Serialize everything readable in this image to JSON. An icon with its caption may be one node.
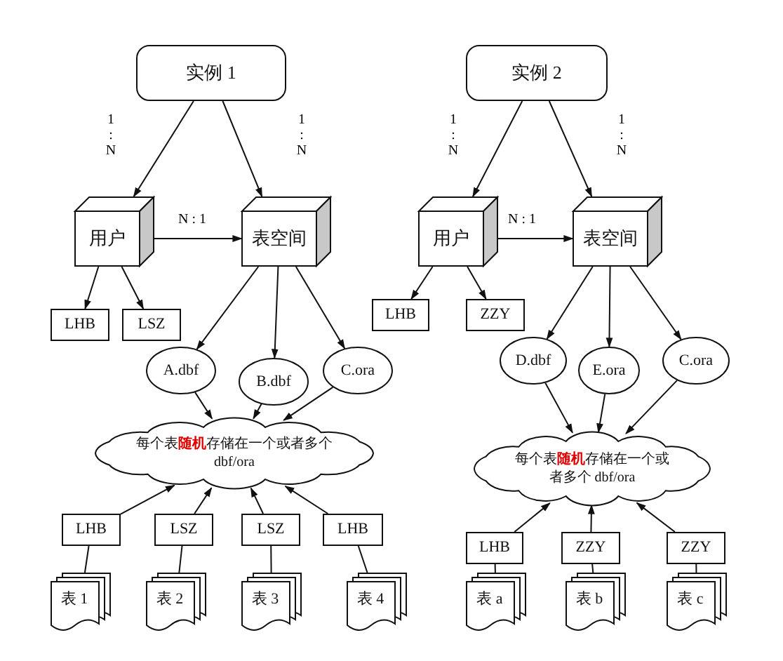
{
  "diagram": {
    "nodes": [
      {
        "text": [
          "实例 1"
        ]
      },
      {
        "text": [
          "用户"
        ]
      },
      {
        "text": [
          "表空间"
        ]
      },
      {
        "text": [
          "LHB"
        ]
      },
      {
        "text": [
          "LSZ"
        ]
      },
      {
        "text": [
          "A.dbf"
        ]
      },
      {
        "text": [
          "B.dbf"
        ]
      },
      {
        "text": [
          "C.ora"
        ]
      },
      {
        "text": [
          "每个表**随机**存储在一个或者多个 dbf/ora"
        ]
      },
      {
        "text": [
          "LHB"
        ]
      },
      {
        "text": [
          "LSZ"
        ]
      },
      {
        "text": [
          "LSZ"
        ]
      },
      {
        "text": [
          "LHB"
        ]
      },
      {
        "text": [
          "表 1"
        ]
      },
      {
        "text": [
          "表 2"
        ]
      },
      {
        "text": [
          "表 3"
        ]
      },
      {
        "text": [
          "表 4"
        ]
      },
      {
        "text": [
          "实例 2"
        ]
      },
      {
        "text": [
          "用户"
        ]
      },
      {
        "text": [
          "表空间"
        ]
      },
      {
        "text": [
          "LHB"
        ]
      },
      {
        "text": [
          "ZZY"
        ]
      },
      {
        "text": [
          "D.dbf"
        ]
      },
      {
        "text": [
          "E.ora"
        ]
      },
      {
        "text": [
          "C.ora"
        ]
      },
      {
        "text": [
          "每个表**随机**存储在一个或者多个 dbf/ora"
        ]
      },
      {
        "text": [
          "LHB"
        ]
      },
      {
        "text": [
          "ZZY"
        ]
      },
      {
        "text": [
          "ZZY"
        ]
      },
      {
        "text": [
          "表 a"
        ]
      },
      {
        "text": [
          "表 b"
        ]
      },
      {
        "text": [
          "表 c"
        ]
      }
    ],
    "edges": [
      {
        "from": 0,
        "to": 1,
        "arrow": "to",
        "label": "1 : N"
      },
      {
        "from": 0,
        "to": 2,
        "arrow": "to",
        "label": "1 : N"
      },
      {
        "from": 1,
        "to": 2,
        "arrow": "to",
        "label": "N : 1"
      },
      {
        "from": 1,
        "to": 3,
        "arrow": "to"
      },
      {
        "from": 1,
        "to": 4,
        "arrow": "to"
      },
      {
        "from": 2,
        "to": 5,
        "arrow": "to"
      },
      {
        "from": 2,
        "to": 6,
        "arrow": "to"
      },
      {
        "from": 2,
        "to": 7,
        "arrow": "to"
      },
      {
        "from": 5,
        "to": 8,
        "arrow": "to"
      },
      {
        "from": 6,
        "to": 8,
        "arrow": "to"
      },
      {
        "from": 7,
        "to": 8,
        "arrow": "to"
      },
      {
        "from": 9,
        "to": 8,
        "arrow": "to"
      },
      {
        "from": 10,
        "to": 8,
        "arrow": "to"
      },
      {
        "from": 11,
        "to": 8,
        "arrow": "to"
      },
      {
        "from": 12,
        "to": 8,
        "arrow": "to"
      },
      {
        "from": 13,
        "to": 9,
        "arrow": "none"
      },
      {
        "from": 14,
        "to": 10,
        "arrow": "none"
      },
      {
        "from": 15,
        "to": 11,
        "arrow": "none"
      },
      {
        "from": 16,
        "to": 12,
        "arrow": "none"
      },
      {
        "from": 17,
        "to": 18,
        "arrow": "to",
        "label": "1 : N"
      },
      {
        "from": 17,
        "to": 19,
        "arrow": "to",
        "label": "1 : N"
      },
      {
        "from": 18,
        "to": 19,
        "arrow": "to",
        "label": "N : 1"
      },
      {
        "from": 18,
        "to": 20,
        "arrow": "to"
      },
      {
        "from": 18,
        "to": 21,
        "arrow": "to"
      },
      {
        "from": 19,
        "to": 22,
        "arrow": "to"
      },
      {
        "from": 19,
        "to": 23,
        "arrow": "to"
      },
      {
        "from": 19,
        "to": 24,
        "arrow": "to"
      },
      {
        "from": 22,
        "to": 25,
        "arrow": "to"
      },
      {
        "from": 23,
        "to": 25,
        "arrow": "to"
      },
      {
        "from": 24,
        "to": 25,
        "arrow": "to"
      },
      {
        "from": 26,
        "to": 25,
        "arrow": "to"
      },
      {
        "from": 27,
        "to": 25,
        "arrow": "to"
      },
      {
        "from": 28,
        "to": 25,
        "arrow": "to"
      },
      {
        "from": 29,
        "to": 26,
        "arrow": "none"
      },
      {
        "from": 30,
        "to": 27,
        "arrow": "none"
      },
      {
        "from": 31,
        "to": 28,
        "arrow": "none"
      }
    ]
  }
}
